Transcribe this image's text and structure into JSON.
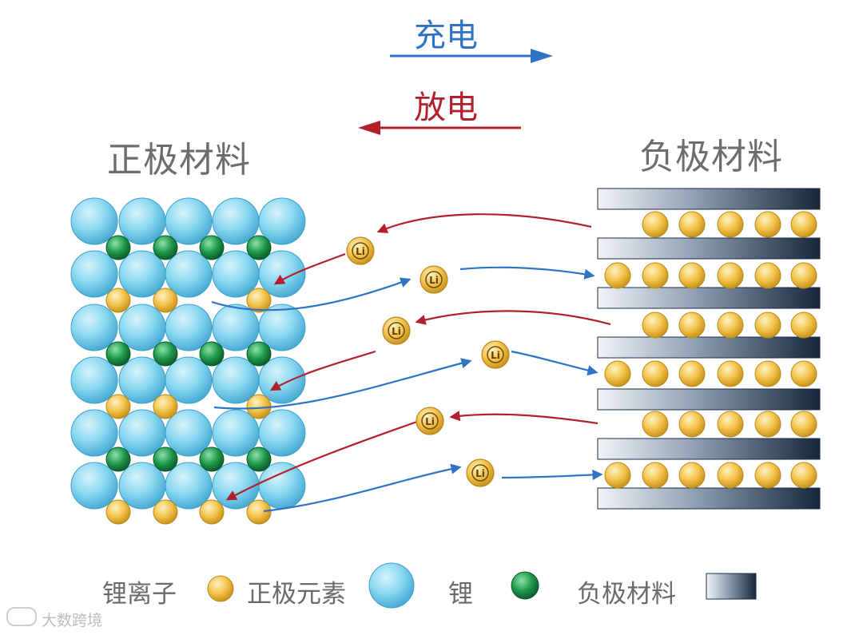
{
  "direction": {
    "charge": {
      "label": "充电",
      "color": "#2f73c4"
    },
    "discharge": {
      "label": "放电",
      "color": "#b2202e"
    }
  },
  "cathode": {
    "title": "正极材料"
  },
  "anode": {
    "title": "负极材料"
  },
  "ion_marker": "Li",
  "legend": {
    "lithium_ion": "锂离子",
    "cathode_element": "正极元素",
    "lithium": "锂",
    "anode_material": "负极材料"
  },
  "watermark": "大数跨境",
  "colors": {
    "ion": "#f0c44a",
    "cathode_sphere": "#7fd3ee",
    "lithium_sphere": "#1f9a4c",
    "anode_layer": "#1a2c45",
    "charge_arrow": "#2f73c4",
    "discharge_arrow": "#b2202e"
  }
}
